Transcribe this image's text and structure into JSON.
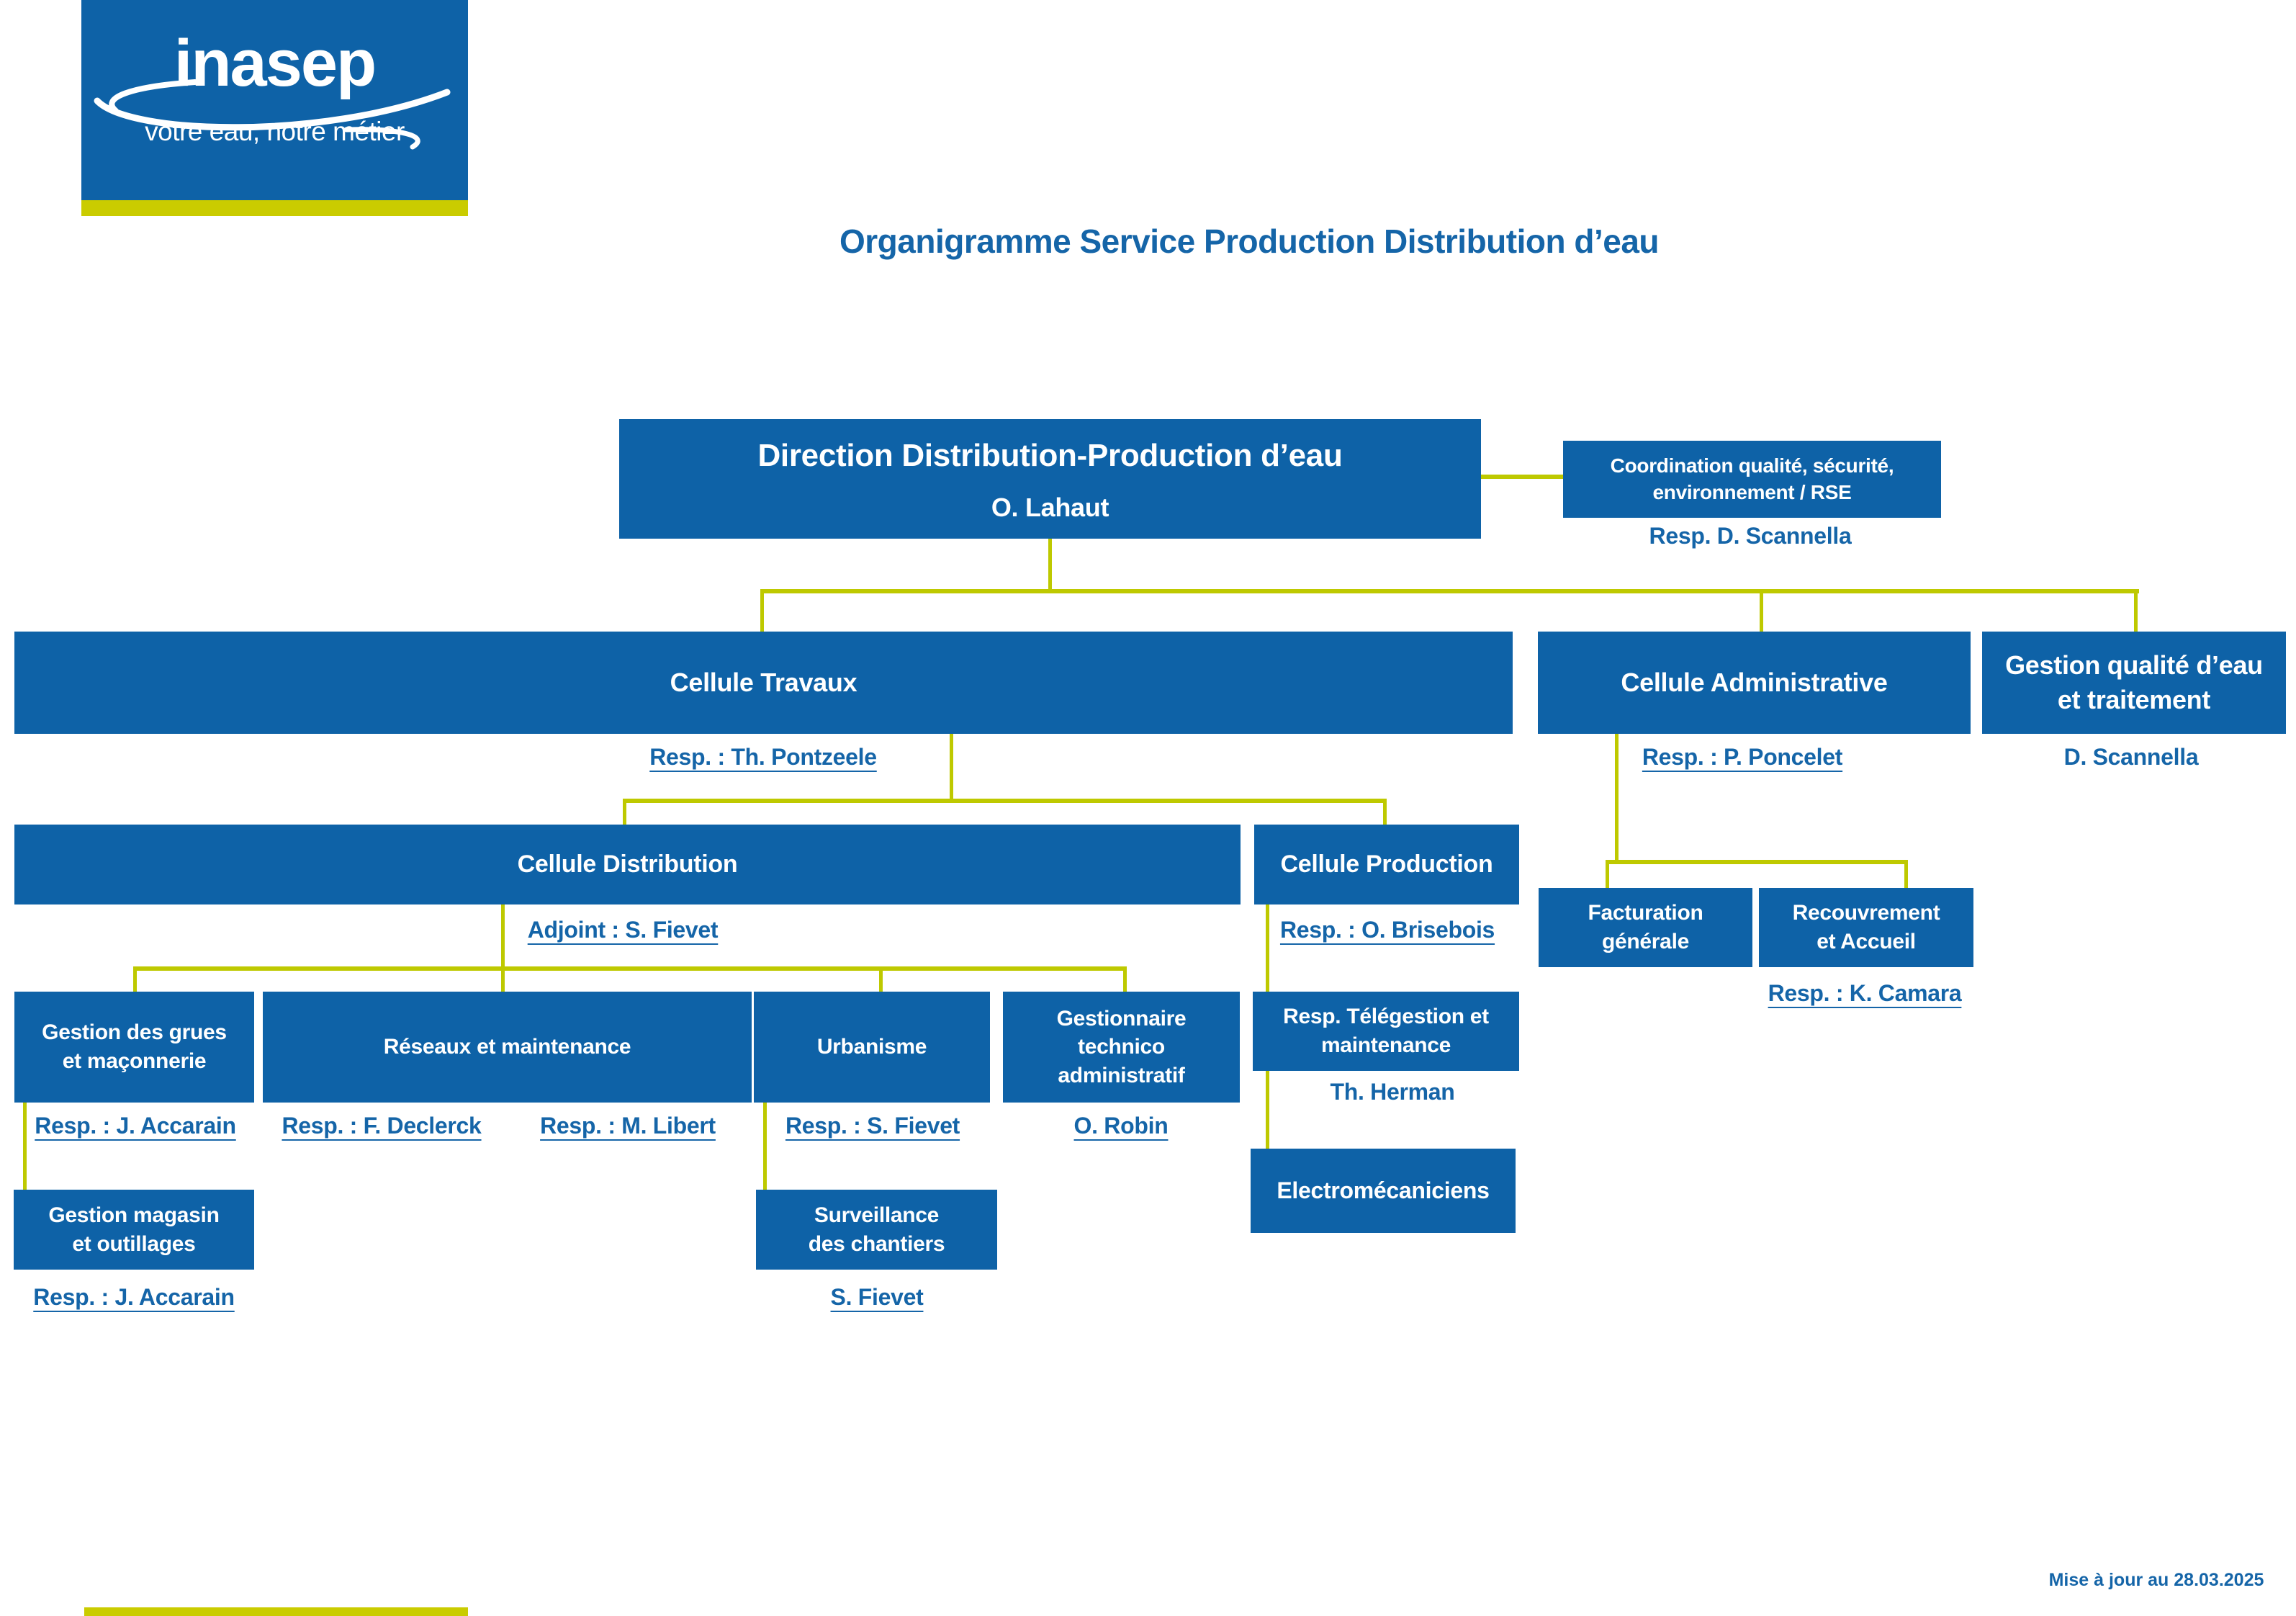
{
  "logo": {
    "name": "inasep",
    "tagline": "votre eau, notre métier"
  },
  "title": "Organigramme Service Production Distribution d’eau",
  "footer": {
    "updated": "Mise à jour au 28.03.2025"
  },
  "colors": {
    "box_blue": "#0e62a7",
    "text_blue": "#1565a8",
    "connector_yellow": "#bec900",
    "bar_yellow": "#cacc00"
  },
  "boxes": {
    "direction": {
      "title": "Direction Distribution-Production d’eau",
      "subtitle": "O. Lahaut"
    },
    "coordination": {
      "label": "Coordination qualité, sécurité,\nenvironnement / RSE",
      "resp": "Resp. D. Scannella"
    },
    "travaux": {
      "label": "Cellule Travaux",
      "resp": "Resp. : Th. Pontzeele"
    },
    "administrative": {
      "label": "Cellule Administrative",
      "resp": "Resp. : P. Poncelet"
    },
    "qualite": {
      "label": "Gestion qualité d’eau\net traitement",
      "resp": "D. Scannella"
    },
    "distribution": {
      "label": "Cellule Distribution",
      "resp": "Adjoint : S. Fievet"
    },
    "production": {
      "label": "Cellule Production",
      "resp": "Resp. : O. Brisebois"
    },
    "facturation": {
      "label": "Facturation\ngénérale"
    },
    "recouvrement": {
      "label": "Recouvrement\net Accueil",
      "resp": "Resp. : K. Camara"
    },
    "grues": {
      "label": "Gestion des grues\net maçonnerie",
      "resp": "Resp. : J. Accarain"
    },
    "reseaux": {
      "label": "Réseaux et maintenance",
      "resp1": "Resp. : F. Declerck",
      "resp2": "Resp. : M. Libert"
    },
    "urbanisme": {
      "label": "Urbanisme",
      "resp": "Resp. : S. Fievet"
    },
    "gestionnaire": {
      "label": "Gestionnaire\ntechnico\nadministratif",
      "resp": "O. Robin"
    },
    "telegestion": {
      "label": "Resp. Télégestion et\nmaintenance",
      "resp": "Th. Herman"
    },
    "electromecaniciens": {
      "label": "Electromécaniciens"
    },
    "magasin": {
      "label": "Gestion magasin\net outillages",
      "resp": "Resp. : J. Accarain"
    },
    "surveillance": {
      "label": "Surveillance\ndes chantiers",
      "resp": "S. Fievet"
    }
  }
}
